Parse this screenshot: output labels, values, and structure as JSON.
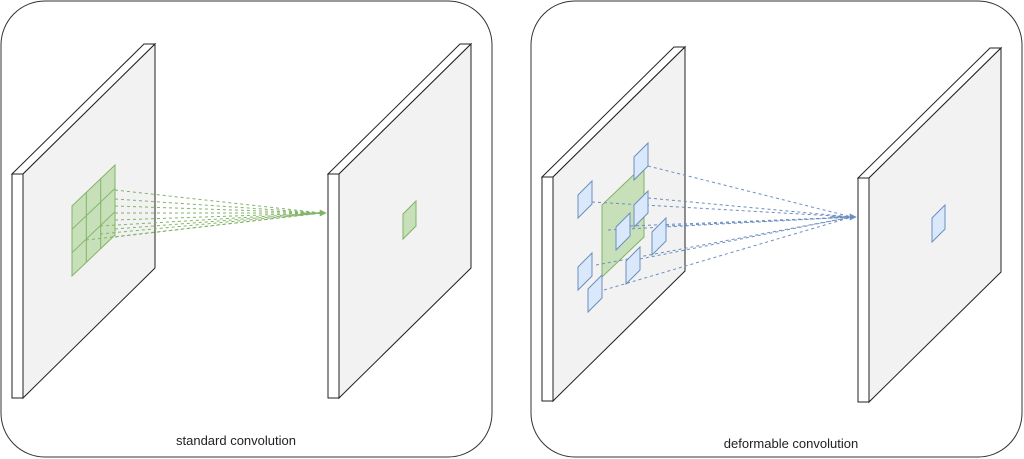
{
  "panels": [
    {
      "id": "standard",
      "caption": "standard convolution"
    },
    {
      "id": "deformable",
      "caption": "deformable convolution"
    }
  ],
  "colors": {
    "panel_border": "#333333",
    "plane_fill": "#f2f2f2",
    "plane_edge_fill": "#ffffff",
    "plane_stroke": "#222222",
    "green_fill": "#c8e0ba",
    "green_stroke": "#82b366",
    "blue_fill": "#dae8fc",
    "blue_stroke": "#6c8ebf"
  }
}
